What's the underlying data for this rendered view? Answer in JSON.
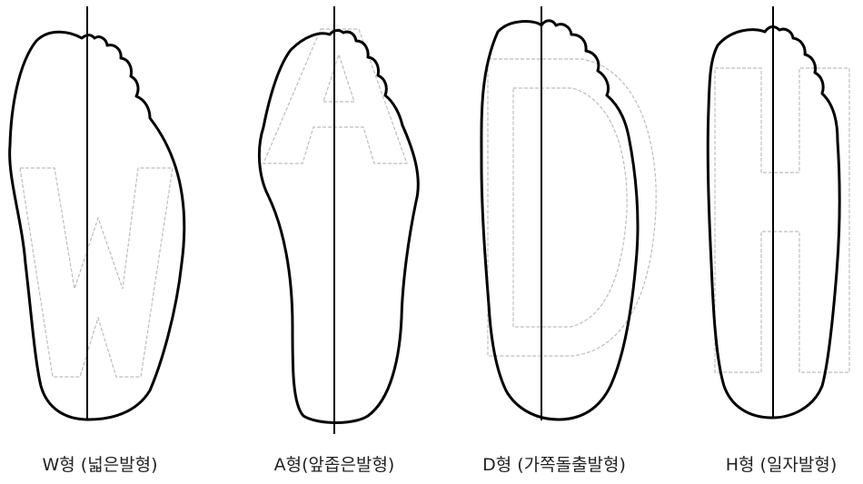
{
  "feet": [
    {
      "letter": "W",
      "caption": "W형 (넓은발형)"
    },
    {
      "letter": "A",
      "caption": "A형(앞좁은발형)"
    },
    {
      "letter": "D",
      "caption": "D형 (가쪽돌출발형)"
    },
    {
      "letter": "H",
      "caption": "H형 (일자발형)"
    }
  ],
  "colors": {
    "outline": "#000000",
    "letter": "#bdbdbd",
    "axis": "#000000",
    "text": "#222222"
  }
}
